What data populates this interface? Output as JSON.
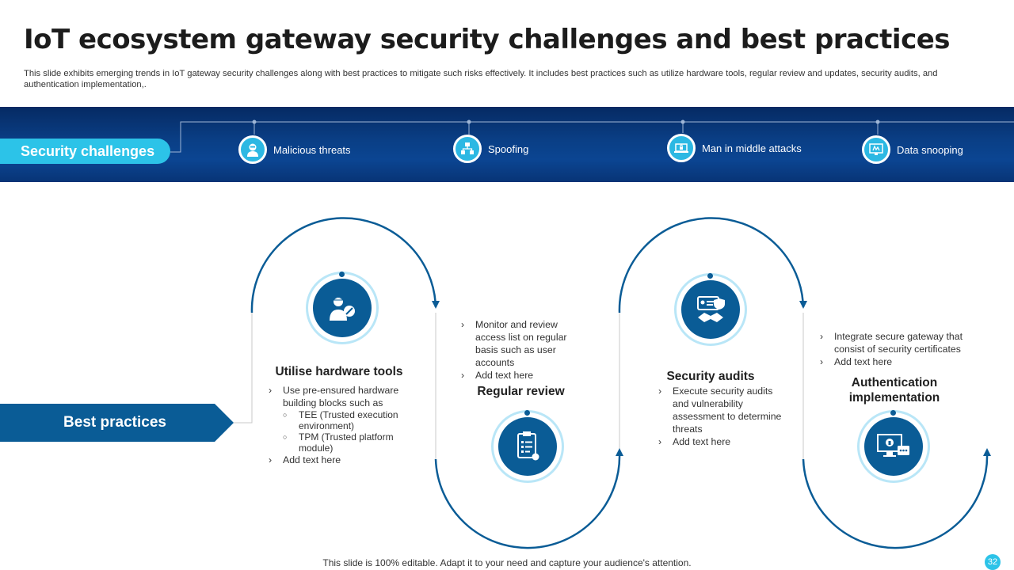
{
  "title": "IoT ecosystem gateway security challenges and best practices",
  "subtitle": "This slide exhibits emerging trends in IoT gateway security challenges along with best practices to mitigate such risks effectively. It includes best practices such as utilize hardware tools, regular review and updates, security audits, and authentication implementation,.",
  "security_challenges": {
    "label": "Security challenges",
    "items": [
      {
        "label": "Malicious threats",
        "icon": "hacker-icon"
      },
      {
        "label": "Spoofing",
        "icon": "network-device-icon"
      },
      {
        "label": "Man in middle attacks",
        "icon": "laptop-lock-icon"
      },
      {
        "label": "Data snooping",
        "icon": "monitor-hand-icon"
      }
    ]
  },
  "best_practices": {
    "label": "Best practices",
    "colors": {
      "primary": "#0a5c96",
      "accent": "#2cc3e8",
      "light": "#b9e6f7"
    },
    "items": [
      {
        "heading": "Utilise hardware tools",
        "icon": "engineer-tools-icon",
        "bullets": [
          "Use pre-ensured hardware building blocks such as",
          "Add text here"
        ],
        "sub_bullets": [
          "TEE (Trusted execution environment)",
          "TPM (Trusted platform module)"
        ]
      },
      {
        "heading": "Regular review",
        "icon": "clipboard-checklist-icon",
        "bullets": [
          "Monitor and review access list on regular basis such as user accounts",
          "Add text here"
        ]
      },
      {
        "heading": "Security audits",
        "icon": "id-card-handshake-icon",
        "bullets": [
          "Execute security audits and vulnerability assessment to determine threats",
          "Add text here"
        ]
      },
      {
        "heading": "Authentication implementation",
        "icon": "monitor-lock-icon",
        "bullets": [
          "Integrate secure gateway that consist of security certificates",
          "Add text here"
        ]
      }
    ]
  },
  "footer": "This slide is 100% editable. Adapt it to your need and capture your audience's attention.",
  "page_number": "32"
}
